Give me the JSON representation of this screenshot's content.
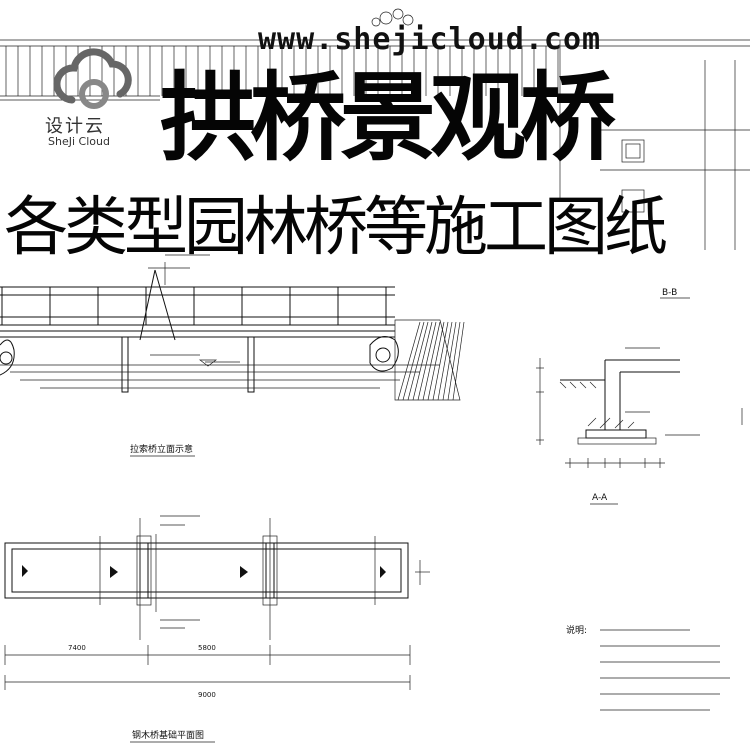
{
  "watermark": {
    "url": "www.shejicloud.com",
    "logo_cn": "设计云",
    "logo_en": "SheJi Cloud"
  },
  "headline": {
    "title": "拱桥景观桥",
    "subtitle": "各类型园林桥等施工图纸"
  },
  "drawing_labels": {
    "section_bb": "B-B",
    "section_aa": "A-A",
    "elevation_caption": "拉索桥立面示意",
    "plan_caption": "钢木桥基础平面图",
    "notes_heading": "说明:",
    "dim_total": "9000",
    "dim_left": "7400",
    "dim_mid": "5800"
  },
  "colors": {
    "ink": "#111111",
    "background": "#ffffff"
  }
}
